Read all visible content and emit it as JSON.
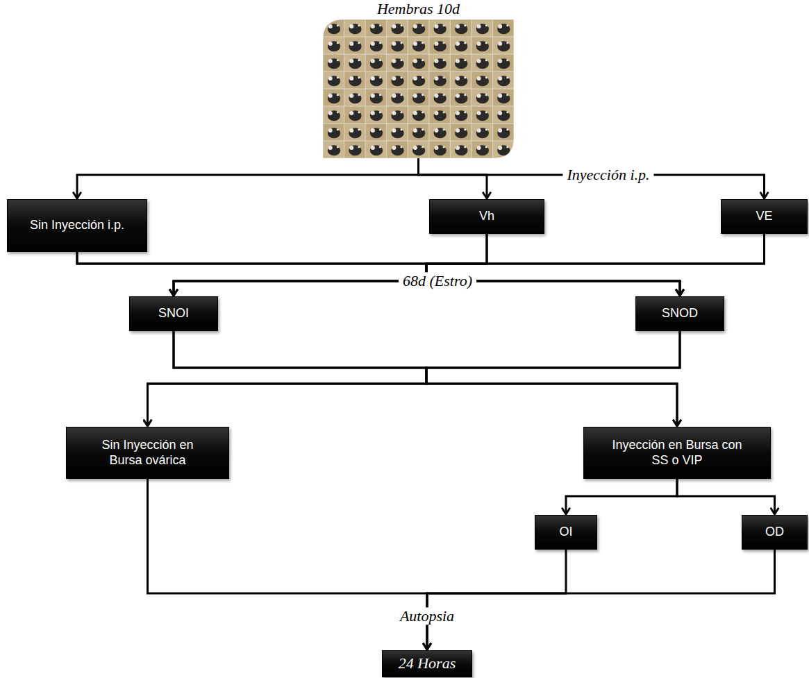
{
  "diagram": {
    "nodes": [
      {
        "text": [
          "Hembras 10d"
        ]
      },
      {
        "text": [
          "Sin Inyección i.p."
        ]
      },
      {
        "text": [
          "Vh"
        ]
      },
      {
        "text": [
          "VE"
        ]
      },
      {
        "text": [
          "SNOI"
        ]
      },
      {
        "text": [
          "SNOD"
        ]
      },
      {
        "text": [
          "Sin Inyección en Bursa ovárica"
        ]
      },
      {
        "text": [
          "Inyección en Bursa con SS o VIP"
        ]
      },
      {
        "text": [
          "OI"
        ]
      },
      {
        "text": [
          "OD"
        ]
      },
      {
        "text": [
          "24 Horas"
        ]
      }
    ],
    "edges": [
      {
        "from": 0,
        "to": 1,
        "arrow": "to"
      },
      {
        "from": 0,
        "to": 2,
        "arrow": "to"
      },
      {
        "from": 0,
        "to": 3,
        "arrow": "to",
        "label": "Inyección i.p."
      },
      {
        "from": 1,
        "to": 4,
        "arrow": "to",
        "label": "68d (Estro)"
      },
      {
        "from": 1,
        "to": 5,
        "arrow": "to"
      },
      {
        "from": 2,
        "to": 4,
        "arrow": "to"
      },
      {
        "from": 2,
        "to": 5,
        "arrow": "to"
      },
      {
        "from": 3,
        "to": 4,
        "arrow": "to"
      },
      {
        "from": 3,
        "to": 5,
        "arrow": "to"
      },
      {
        "from": 4,
        "to": 6,
        "arrow": "to"
      },
      {
        "from": 4,
        "to": 7,
        "arrow": "to"
      },
      {
        "from": 5,
        "to": 6,
        "arrow": "to"
      },
      {
        "from": 5,
        "to": 7,
        "arrow": "to"
      },
      {
        "from": 7,
        "to": 8,
        "arrow": "to"
      },
      {
        "from": 7,
        "to": 9,
        "arrow": "to"
      },
      {
        "from": 6,
        "to": 10,
        "arrow": "to",
        "label": "Autopsia"
      },
      {
        "from": 8,
        "to": 10,
        "arrow": "to"
      },
      {
        "from": 9,
        "to": 10,
        "arrow": "to"
      }
    ]
  }
}
